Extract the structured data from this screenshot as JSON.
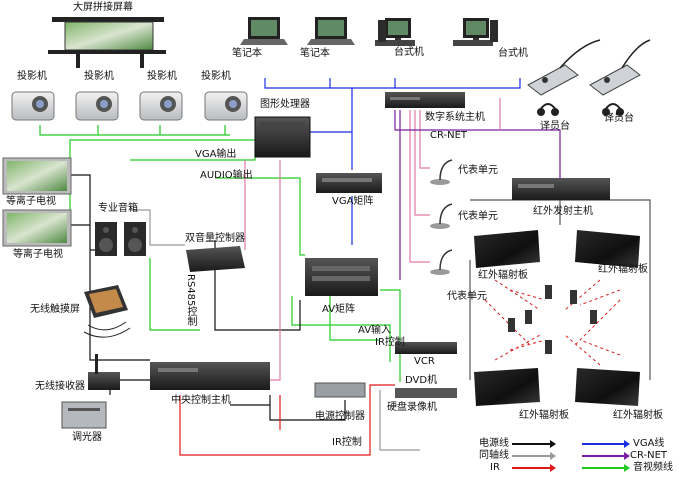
{
  "labels": {
    "big_screen": "大屏拼接屏幕",
    "notebook_1": "笔记本",
    "notebook_2": "笔记本",
    "desktop_1": "台式机",
    "desktop_2": "台式机",
    "projector_1": "投影机",
    "projector_2": "投影机",
    "projector_3": "投影机",
    "projector_4": "投影机",
    "graphics_processor": "图形处理器",
    "digital_host": "数字系统主机",
    "interpreter_1": "译员台",
    "interpreter_2": "译员台",
    "crnet": "CR-NET",
    "vga_out": "VGA输出",
    "audio_out": "AUDIO输出",
    "vga_matrix": "VGA矩阵",
    "plasma_tv_1": "等离子电视",
    "plasma_tv_2": "等离子电视",
    "speakers": "专业音箱",
    "delegate_1": "代表单元",
    "delegate_2": "代表单元",
    "delegate_3": "代表单元",
    "ir_transmitter": "红外发射主机",
    "dual_volume": "双音量控制器",
    "ir_radiator_1": "红外辐射板",
    "ir_radiator_2": "红外辐射板",
    "ir_radiator_3": "红外辐射板",
    "ir_radiator_4": "红外辐射板",
    "rs485": "RS485控制",
    "touch_screen": "无线触摸屏",
    "av_matrix": "AV矩阵",
    "av_input": "AV输入",
    "ir_control_1": "IR控制",
    "vcr": "VCR",
    "wireless_receiver": "无线接收器",
    "dvd": "DVD机",
    "central_host": "中央控制主机",
    "hdd_recorder": "硬盘录像机",
    "power_controller": "电源控制器",
    "dimmer": "调光器",
    "ir_control_2": "IR控制"
  },
  "legend": [
    {
      "label": "电源线",
      "color": "#111111"
    },
    {
      "label": "同轴线",
      "color": "#999999"
    },
    {
      "label": "IR",
      "color": "#e01818"
    },
    {
      "label": "VGA线",
      "color": "#1a2ee0"
    },
    {
      "label": "CR-NET",
      "color": "#7a1fa2"
    },
    {
      "label": "音视频线",
      "color": "#22cc22"
    }
  ],
  "colors": {
    "power": "#111111",
    "coax": "#999999",
    "ir": "#e01818",
    "vga": "#1a2ee0",
    "crnet": "#7a1fa2",
    "av": "#22cc22",
    "pink": "#e07aa8",
    "dash": "#d62020"
  }
}
